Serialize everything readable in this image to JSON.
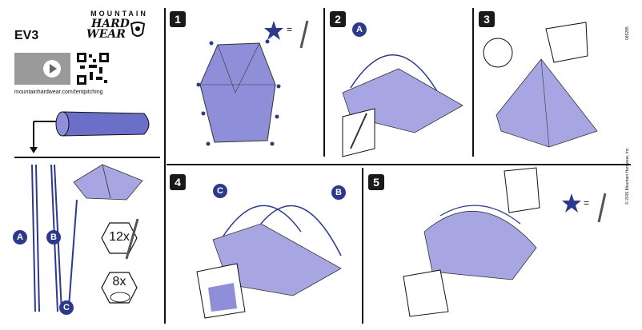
{
  "brand": {
    "name": "MOUNTAIN",
    "sub_line1": "HARD",
    "sub_line2": "WEAR"
  },
  "model": "EV3",
  "url": "mountainhardwear.com/tentpitching",
  "steps": [
    {
      "number": "1"
    },
    {
      "number": "2"
    },
    {
      "number": "3"
    },
    {
      "number": "4"
    },
    {
      "number": "5"
    }
  ],
  "pole_labels": {
    "a": "A",
    "b": "B",
    "c": "C"
  },
  "stakes_count": "12x",
  "guylines_count": "8x",
  "equals": "=",
  "side_code": "065285",
  "copyright": "© 2015 Mountain Hardwear, Inc.",
  "colors": {
    "tent": "#8f8ed8",
    "pole": "#2d3a8c",
    "star": "#2d3a8c",
    "ink": "#111111"
  }
}
